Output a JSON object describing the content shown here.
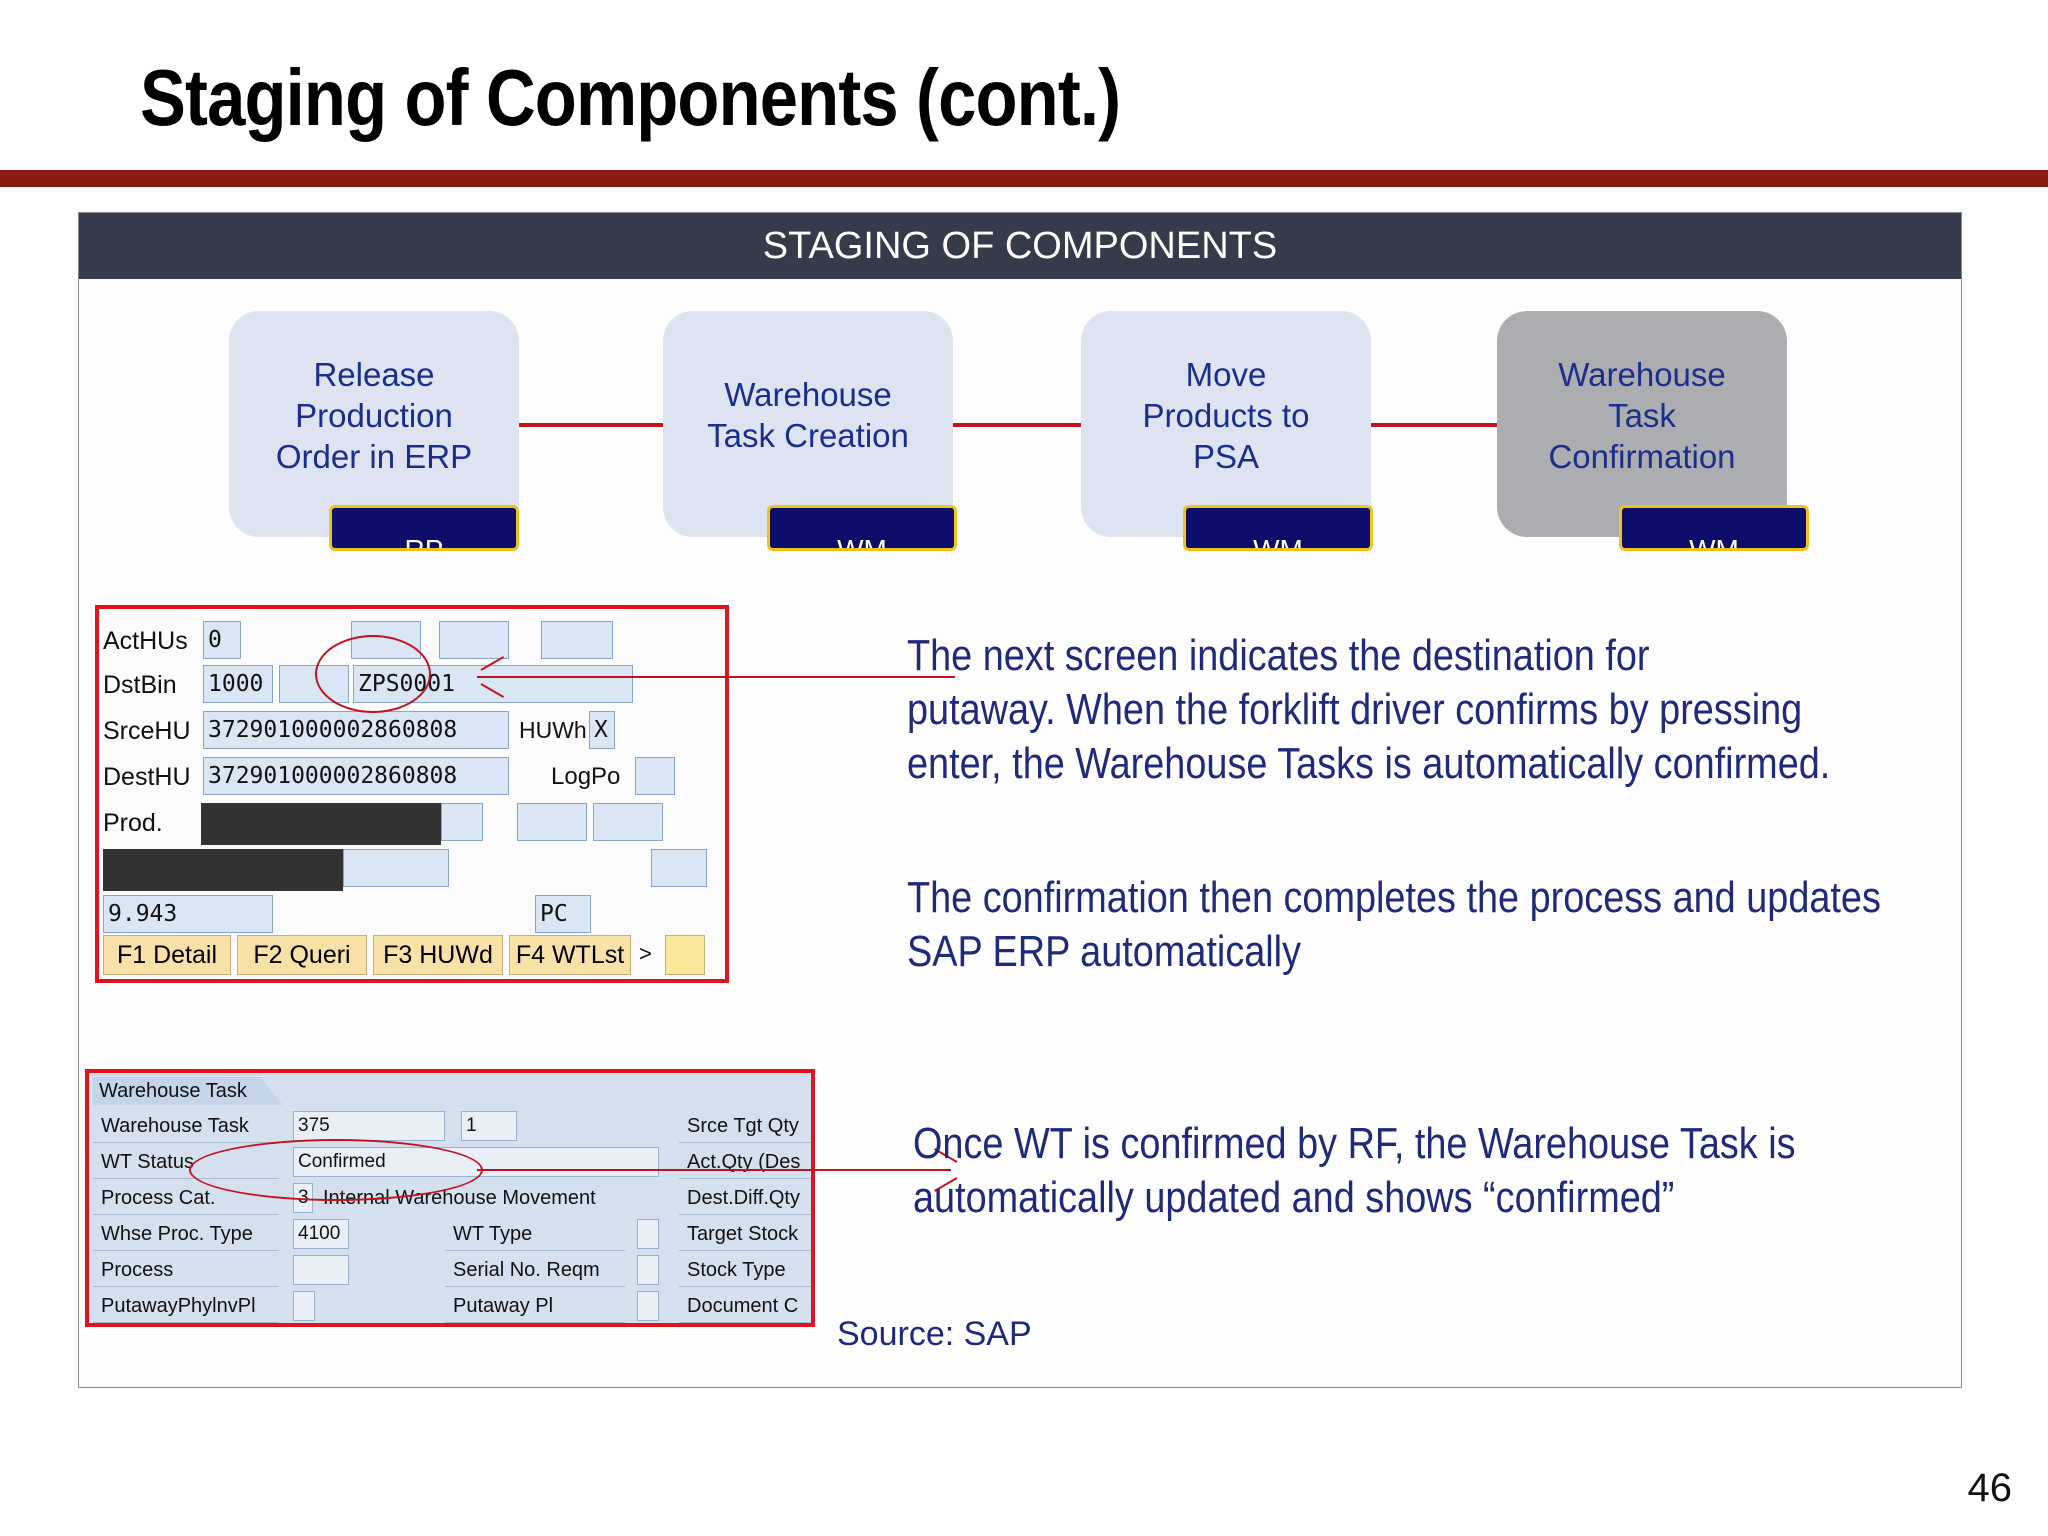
{
  "slide": {
    "title": "Staging of Components (cont.)",
    "page_number": "46"
  },
  "panel": {
    "header": "STAGING OF COMPONENTS",
    "steps": [
      {
        "line1": "Release",
        "line2": "Production",
        "line3": "Order in ERP",
        "badge": "RP"
      },
      {
        "line1": "Warehouse",
        "line2": "Task Creation",
        "line3": "",
        "badge": "WM"
      },
      {
        "line1": "Move",
        "line2": "Products to",
        "line3": "PSA",
        "badge": "WM"
      },
      {
        "line1": "Warehouse",
        "line2": "Task",
        "line3": "Confirmation",
        "badge": "WM"
      }
    ],
    "rf_screen": {
      "acthus_label": "ActHUs",
      "acthus_value": "0",
      "dstbin_label": "DstBin",
      "dstbin_value": "1000",
      "dstbin_bin": "ZPS0001",
      "srcehu_label": "SrceHU",
      "srcehu_value": "372901000002860808",
      "huwh_label": "HUWh",
      "huwh_value": "X",
      "desthu_label": "DestHU",
      "desthu_value": "372901000002860808",
      "logpo_label": "LogPo",
      "prod_label": "Prod.",
      "qty_value": "9.943",
      "uom_value": "PC",
      "fkeys": [
        "F1 Detail",
        "F2 Queri",
        "F3 HUWd",
        "F4 WTLst"
      ],
      "more": ">"
    },
    "wt_screen": {
      "tab": "Warehouse Task",
      "wt_label": "Warehouse Task",
      "wt_value": "375",
      "wt_item": "1",
      "status_label": "WT Status",
      "status_value": "Confirmed",
      "proc_cat_label": "Process Cat.",
      "proc_cat_code": "3",
      "proc_cat_text": "Internal Warehouse Movement",
      "whse_proc_label": "Whse Proc. Type",
      "whse_proc_value": "4100",
      "wt_type_label": "WT Type",
      "process_label": "Process",
      "serial_label": "Serial No. Reqm",
      "putaway_phys_label": "PutawayPhylnvPl",
      "putaway_pl_label": "Putaway Pl",
      "right_labels": [
        "Srce Tgt Qty",
        "Act.Qty (Des",
        "Dest.Diff.Qty",
        "Target Stock",
        "Stock Type",
        "Document C"
      ]
    },
    "desc1": [
      "The next screen indicates the destination for",
      "putaway. When the forklift driver confirms by pressing",
      "enter, the Warehouse Tasks is automatically confirmed."
    ],
    "desc2": [
      "The confirmation then completes the process and updates",
      "SAP ERP automatically"
    ],
    "desc3": [
      "Once WT is confirmed by RF, the Warehouse Task is",
      "automatically updated and shows “confirmed”"
    ],
    "source": "Source: SAP"
  },
  "colors": {
    "accent_bar": "#8b1a10",
    "panel_header": "#353b4a",
    "step_fill": "#dde3f1",
    "step_active": "#acadb1",
    "badge_fill": "#0d0d6a",
    "badge_border": "#f2c11c",
    "text_blue": "#1f2a7a",
    "highlight_red": "#e0141e"
  }
}
